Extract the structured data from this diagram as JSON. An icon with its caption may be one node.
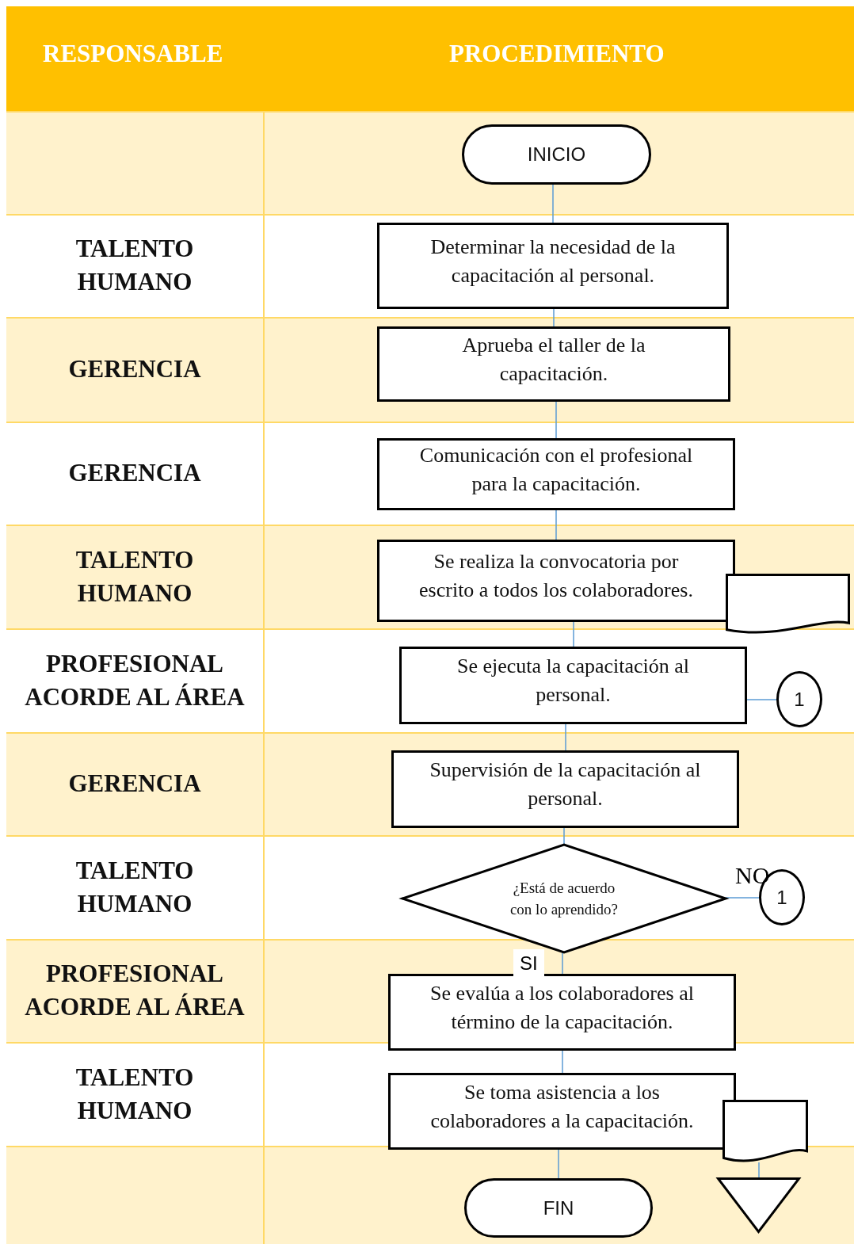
{
  "diagram": {
    "nodes": [
      {
        "text": [
          "INICIO"
        ]
      },
      {
        "text": [
          "Determinar la necesidad de la capacitación al personal."
        ]
      },
      {
        "text": [
          "Aprueba el taller de la capacitación."
        ]
      },
      {
        "text": [
          "Comunicación con el profesional para la capacitación."
        ]
      },
      {
        "text": [
          "Se realiza la convocatoria por escrito a todos los colaboradores."
        ]
      },
      {
        "text": [],
        "shape": "document"
      },
      {
        "text": [
          "Se ejecuta la capacitación al personal."
        ]
      },
      {
        "text": [
          "1"
        ]
      },
      {
        "text": [
          "Supervisión de la capacitación al personal."
        ]
      },
      {
        "text": [
          "¿Está de acuerdo con lo aprendido?"
        ]
      },
      {
        "text": [
          "1"
        ]
      },
      {
        "text": [
          "Se evalúa a los colaboradores al término de la capacitación."
        ]
      },
      {
        "text": [
          "Se toma asistencia a los colaboradores a la capacitación."
        ]
      },
      {
        "text": [],
        "shape": "document"
      },
      {
        "text": [
          "FIN"
        ]
      },
      {
        "text": [],
        "shape": "triangle"
      }
    ],
    "edges": [
      {
        "from": 0,
        "to": 1,
        "arrow": "none"
      },
      {
        "from": 1,
        "to": 2,
        "arrow": "none"
      },
      {
        "from": 2,
        "to": 3,
        "arrow": "none"
      },
      {
        "from": 3,
        "to": 4,
        "arrow": "none"
      },
      {
        "from": 4,
        "to": 6,
        "arrow": "none"
      },
      {
        "from": 6,
        "to": 7,
        "arrow": "none"
      },
      {
        "from": 6,
        "to": 8,
        "arrow": "none"
      },
      {
        "from": 8,
        "to": 9,
        "arrow": "none"
      },
      {
        "from": 9,
        "to": 10,
        "arrow": "none",
        "label": "NO"
      },
      {
        "from": 9,
        "to": 11,
        "arrow": "none",
        "label": "SI"
      },
      {
        "from": 11,
        "to": 12,
        "arrow": "none"
      },
      {
        "from": 12,
        "to": 14,
        "arrow": "none"
      },
      {
        "from": 13,
        "to": 15,
        "arrow": "none"
      }
    ],
    "labels": [
      "RESPONSABLE",
      "PROCEDIMIENTO",
      "TALENTO HUMANO",
      "GERENCIA",
      "GERENCIA",
      "TALENTO HUMANO",
      "PROFESIONAL ACORDE AL ÁREA",
      "GERENCIA",
      "TALENTO HUMANO",
      "PROFESIONAL ACORDE AL ÁREA",
      "TALENTO HUMANO"
    ]
  }
}
